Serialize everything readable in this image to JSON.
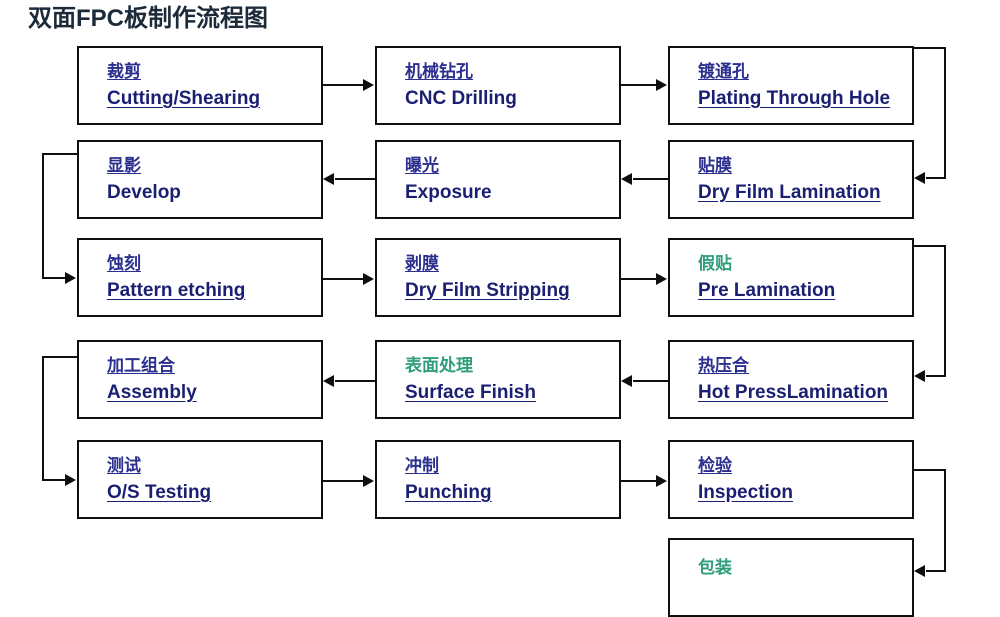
{
  "title": "双面FPC板制作流程图",
  "nodes": [
    {
      "id": "cutting",
      "cn": "裁剪",
      "en": "Cutting/Shearing",
      "cn_color": "green"
    },
    {
      "id": "drilling",
      "cn": "机械钻孔",
      "en": "CNC Drilling",
      "cn_color": "blue"
    },
    {
      "id": "pth",
      "cn": "镀通孔",
      "en": "Plating Through Hole",
      "cn_color": "blue"
    },
    {
      "id": "develop",
      "cn": "显影",
      "en": "Develop",
      "cn_color": "blue"
    },
    {
      "id": "exposure",
      "cn": "曝光",
      "en": "Exposure",
      "cn_color": "blue"
    },
    {
      "id": "dfl",
      "cn": "贴膜",
      "en": "Dry Film Lamination",
      "cn_color": "blue"
    },
    {
      "id": "etching",
      "cn": "蚀刻",
      "en": "Pattern etching",
      "cn_color": "blue"
    },
    {
      "id": "stripping",
      "cn": "剥膜",
      "en": "Dry Film Stripping",
      "cn_color": "blue"
    },
    {
      "id": "prelam",
      "cn": "假贴",
      "en": "Pre Lamination",
      "cn_color": "green"
    },
    {
      "id": "assembly",
      "cn": "加工组合",
      "en": "Assembly",
      "cn_color": "blue"
    },
    {
      "id": "surface",
      "cn": "表面处理",
      "en": "Surface  Finish",
      "cn_color": "green"
    },
    {
      "id": "hotpress",
      "cn": "热压合",
      "en": "Hot PressLamination",
      "cn_color": "blue"
    },
    {
      "id": "testing",
      "cn": "测试",
      "en": "O/S Testing",
      "cn_color": "blue"
    },
    {
      "id": "punching",
      "cn": "冲制",
      "en": "Punching",
      "cn_color": "blue"
    },
    {
      "id": "inspection",
      "cn": "检验",
      "en": "Inspection",
      "cn_color": "blue"
    },
    {
      "id": "packaging",
      "cn": "包装",
      "en": "",
      "cn_color": "green"
    }
  ],
  "colors": {
    "cn_blue": "#2b2f8f",
    "cn_green": "#2f9e7d",
    "en_text": "#1b1f72",
    "border": "#0f0f0f",
    "title": "#1c2a3a",
    "background": "#ffffff"
  },
  "flow": {
    "rows": 6,
    "columns": 3,
    "direction_note": "serpentine: row1 left-to-right, row2 right-to-left, row3 left-to-right, row4 right-to-left, row5 left-to-right, then down to packaging"
  }
}
